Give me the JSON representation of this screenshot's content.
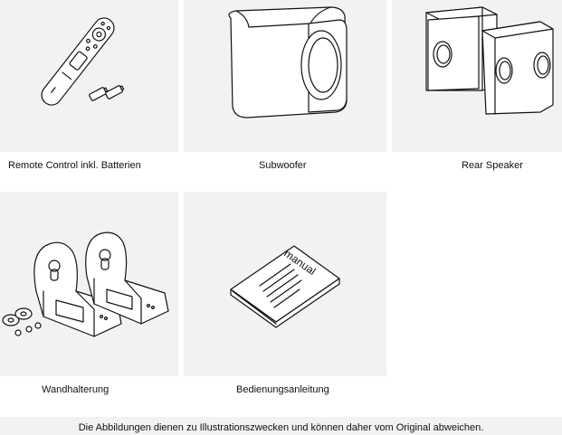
{
  "items": [
    {
      "label": "Remote Control  inkl. Batterien",
      "icon": "remote-control-icon"
    },
    {
      "label": "Subwoofer",
      "icon": "subwoofer-icon"
    },
    {
      "label": "Rear Speaker",
      "icon": "rear-speaker-icon"
    },
    {
      "label": "Wandhalterung",
      "icon": "wall-mount-icon"
    },
    {
      "label": "Bedienungsanleitung",
      "icon": "manual-icon"
    }
  ],
  "manual_cover_text": "manual",
  "footer": {
    "note": "Die Abbildungen dienen zu Illustrationszwecken und können daher vom Original abweichen."
  },
  "colors": {
    "tile_background": "#f2f2f2",
    "line_art": "#111111"
  }
}
